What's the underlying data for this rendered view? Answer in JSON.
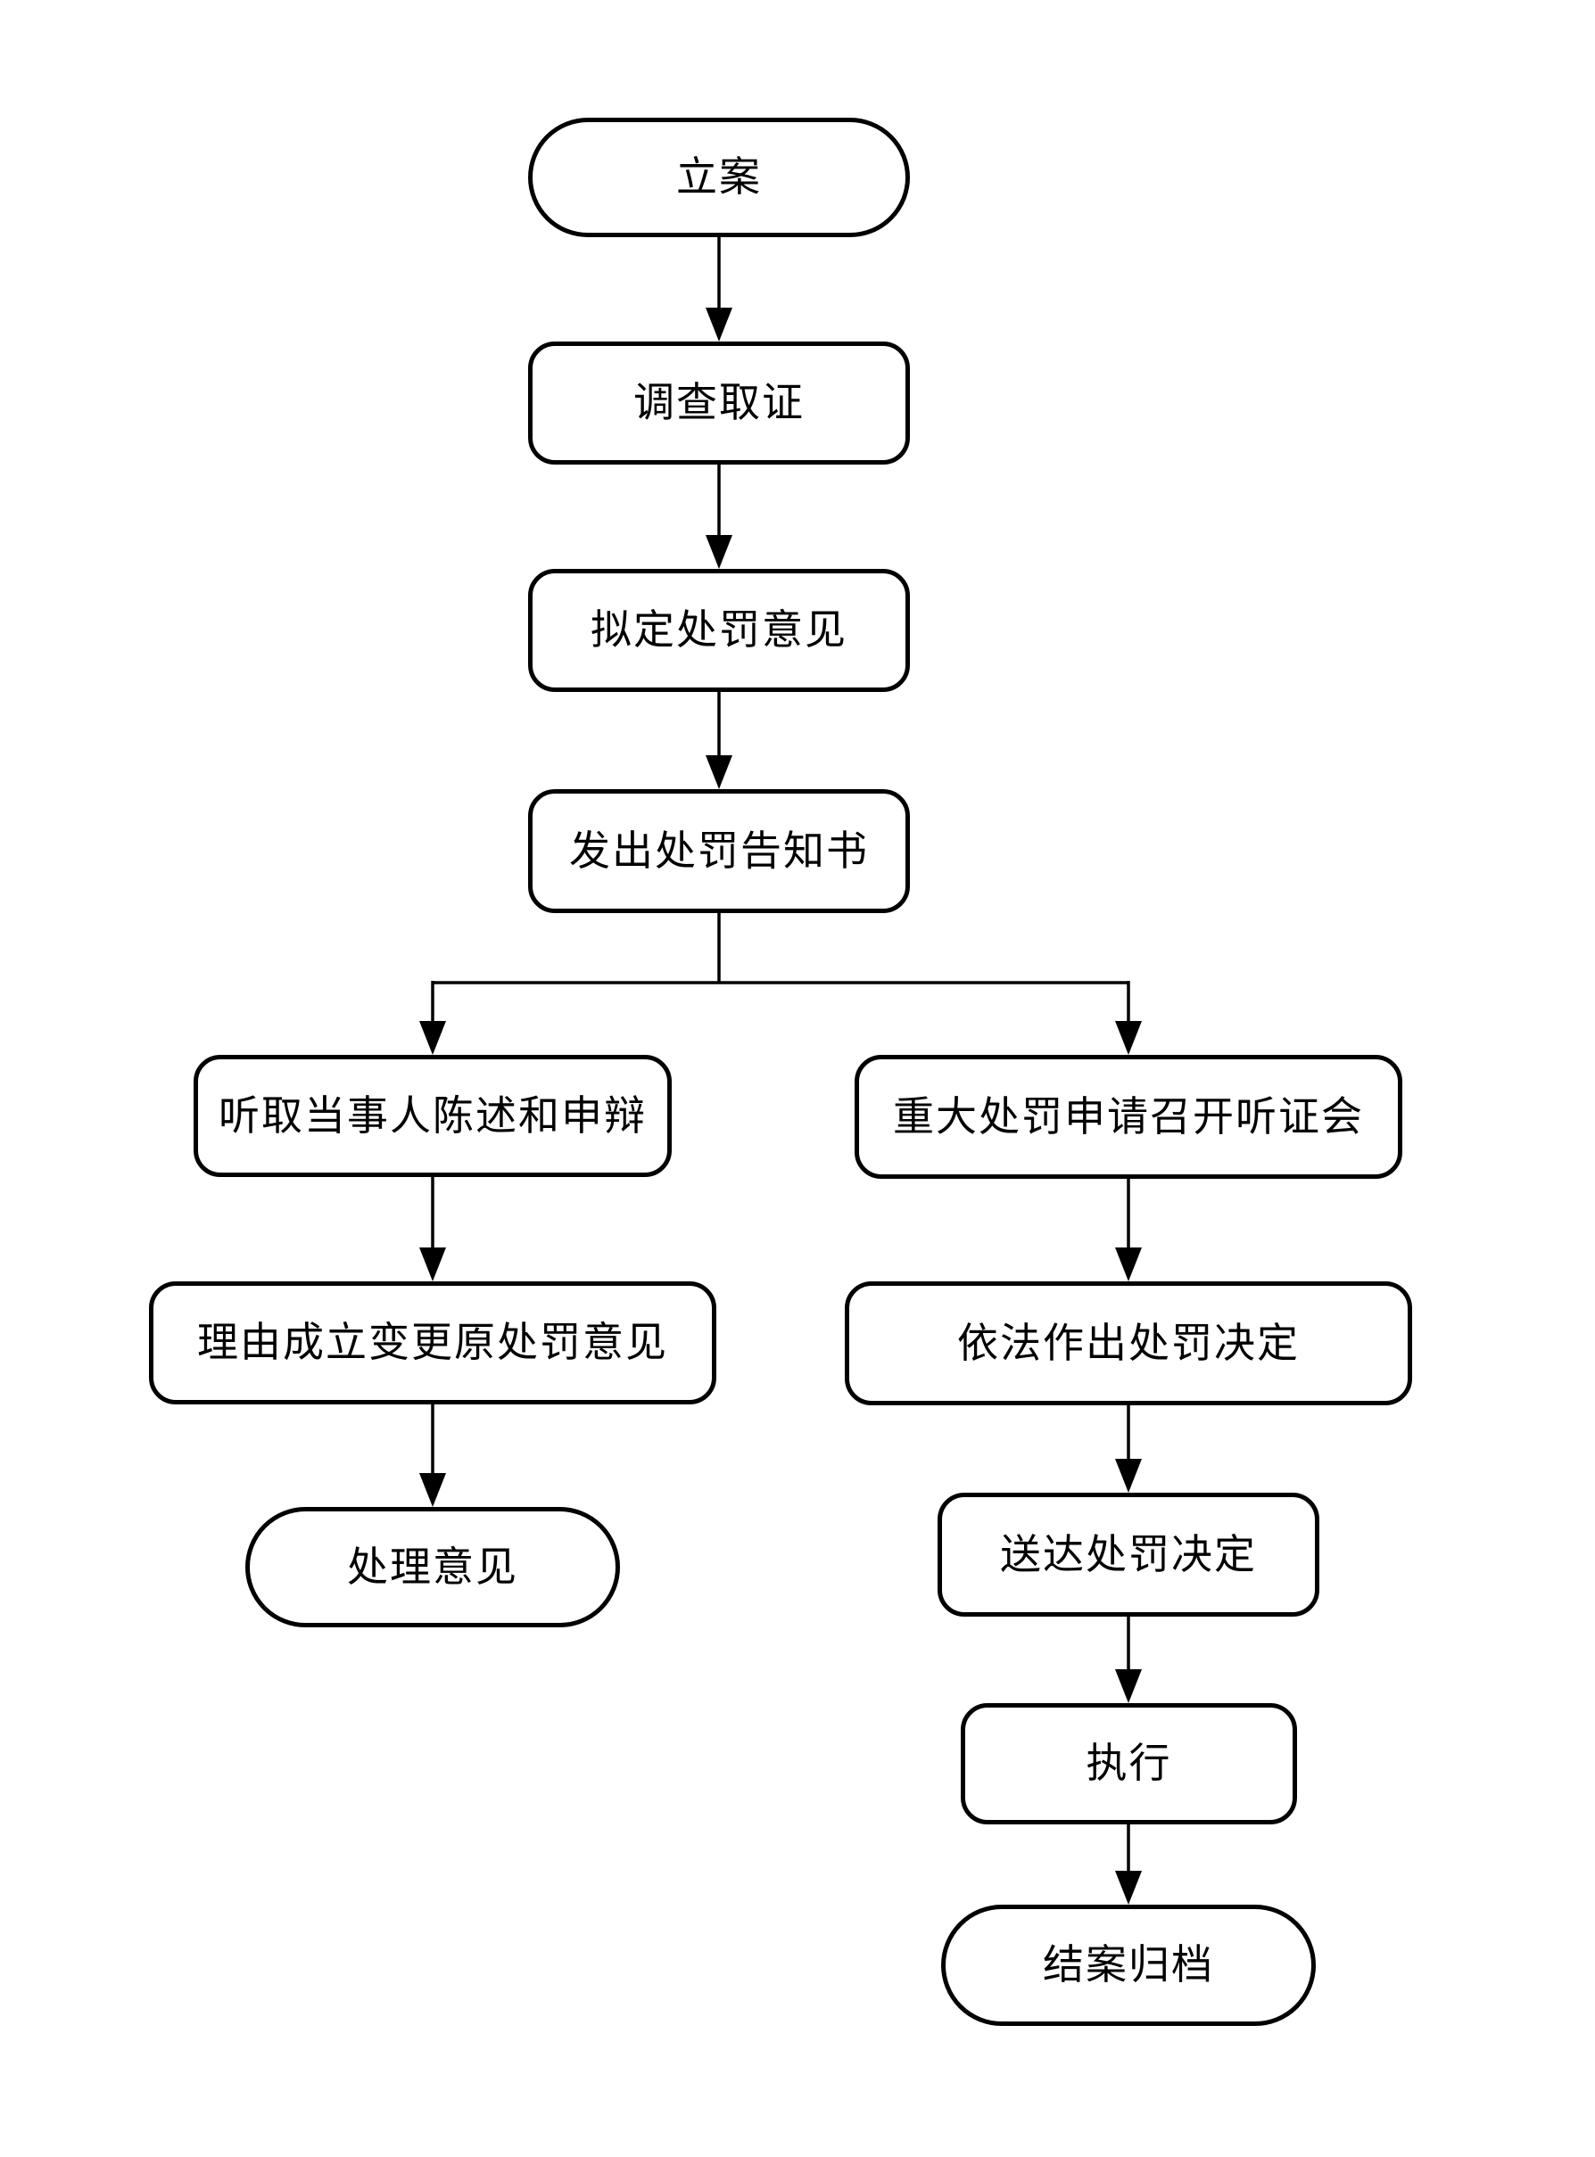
{
  "diagram": {
    "type": "flowchart",
    "colors": {
      "background": "#ffffff",
      "node_fill": "#ffffff",
      "stroke": "#000000",
      "text": "#000000"
    },
    "nodes": {
      "n1": {
        "label": "立案",
        "shape": "stadium"
      },
      "n2": {
        "label": "调查取证",
        "shape": "rounded-rect"
      },
      "n3": {
        "label": "拟定处罚意见",
        "shape": "rounded-rect"
      },
      "n4": {
        "label": "发出处罚告知书",
        "shape": "rounded-rect"
      },
      "l1": {
        "label": "听取当事人陈述和申辩",
        "shape": "rounded-rect"
      },
      "l2": {
        "label": "理由成立变更原处罚意见",
        "shape": "rounded-rect"
      },
      "l3": {
        "label": "处理意见",
        "shape": "stadium"
      },
      "r1": {
        "label": "重大处罚申请召开听证会",
        "shape": "rounded-rect"
      },
      "r2": {
        "label": "依法作出处罚决定",
        "shape": "rounded-rect"
      },
      "r3": {
        "label": "送达处罚决定",
        "shape": "rounded-rect"
      },
      "r4": {
        "label": "执行",
        "shape": "rounded-rect"
      },
      "r5": {
        "label": "结案归档",
        "shape": "stadium"
      }
    },
    "edges": [
      {
        "from": "立案",
        "to": "调查取证"
      },
      {
        "from": "调查取证",
        "to": "拟定处罚意见"
      },
      {
        "from": "拟定处罚意见",
        "to": "发出处罚告知书"
      },
      {
        "from": "发出处罚告知书",
        "to": "听取当事人陈述和申辩"
      },
      {
        "from": "发出处罚告知书",
        "to": "重大处罚申请召开听证会"
      },
      {
        "from": "听取当事人陈述和申辩",
        "to": "理由成立变更原处罚意见"
      },
      {
        "from": "理由成立变更原处罚意见",
        "to": "处理意见"
      },
      {
        "from": "重大处罚申请召开听证会",
        "to": "依法作出处罚决定"
      },
      {
        "from": "依法作出处罚决定",
        "to": "送达处罚决定"
      },
      {
        "from": "送达处罚决定",
        "to": "执行"
      },
      {
        "from": "执行",
        "to": "结案归档"
      }
    ]
  }
}
